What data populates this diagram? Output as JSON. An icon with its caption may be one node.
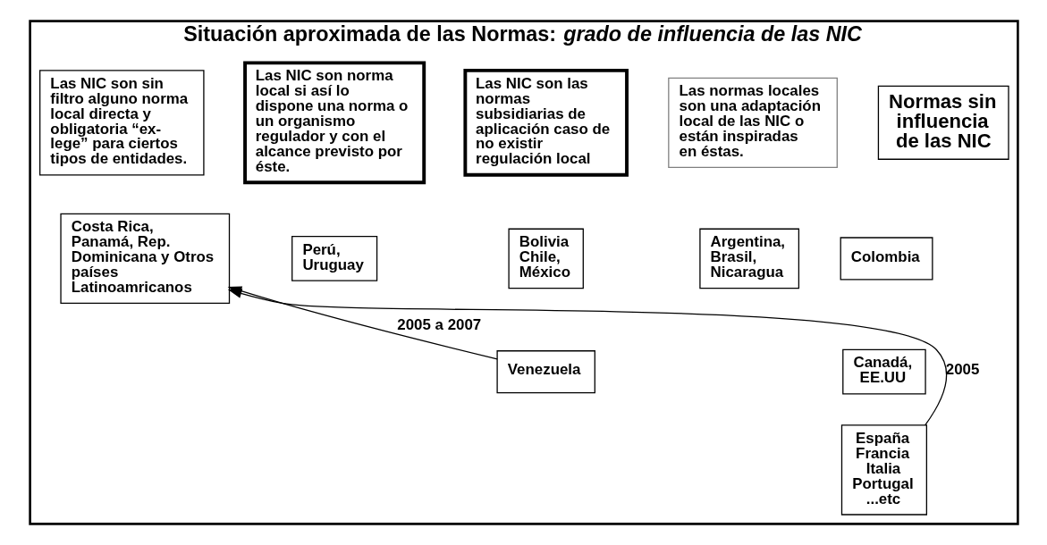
{
  "diagram": {
    "nodes": [
      {
        "text": [
          "Situación aproximada de las Normas: *grado de influencia de las NIC*"
        ]
      },
      {
        "text": [
          "Las NIC son sin filtro alguno norma local directa y obligatoria “ex-lege” para ciertos tipos de entidades."
        ],
        "in": 0
      },
      {
        "text": [
          "Las NIC son norma local si así lo dispone una norma o un organismo regulador y con el alcance previsto por éste."
        ],
        "in": 0
      },
      {
        "text": [
          "Las NIC son las normas subsidiarias de aplicación caso de no existir regulación local"
        ],
        "in": 0
      },
      {
        "text": [
          "Las normas locales son una adaptación local de las NIC o están inspiradas en éstas."
        ],
        "in": 0
      },
      {
        "text": [
          "Normas sin influencia de las NIC"
        ],
        "in": 0
      },
      {
        "text": [
          "Costa Rica, Panamá, Rep. Dominicana y Otros países Latinoamricanos"
        ],
        "in": 0
      },
      {
        "text": [
          "Perú, Uruguay"
        ],
        "in": 0
      },
      {
        "text": [
          "Bolivia Chile, México"
        ],
        "in": 0
      },
      {
        "text": [
          "Argentina, Brasil, Nicaragua"
        ],
        "in": 0
      },
      {
        "text": [
          "Colombia"
        ],
        "in": 0
      },
      {
        "text": [
          "Canadá, EE.UU"
        ],
        "in": 0
      },
      {
        "text": [
          "Venezuela"
        ],
        "in": 0
      },
      {
        "text": [
          "España Francia Italia Portugal ...etc"
        ],
        "in": 0
      }
    ],
    "edges": [
      {
        "from": 12,
        "to": 6,
        "arrow": "to",
        "label": "2005 a 2007"
      },
      {
        "from": 13,
        "to": 6,
        "arrow": "to",
        "label": "2005"
      }
    ]
  }
}
